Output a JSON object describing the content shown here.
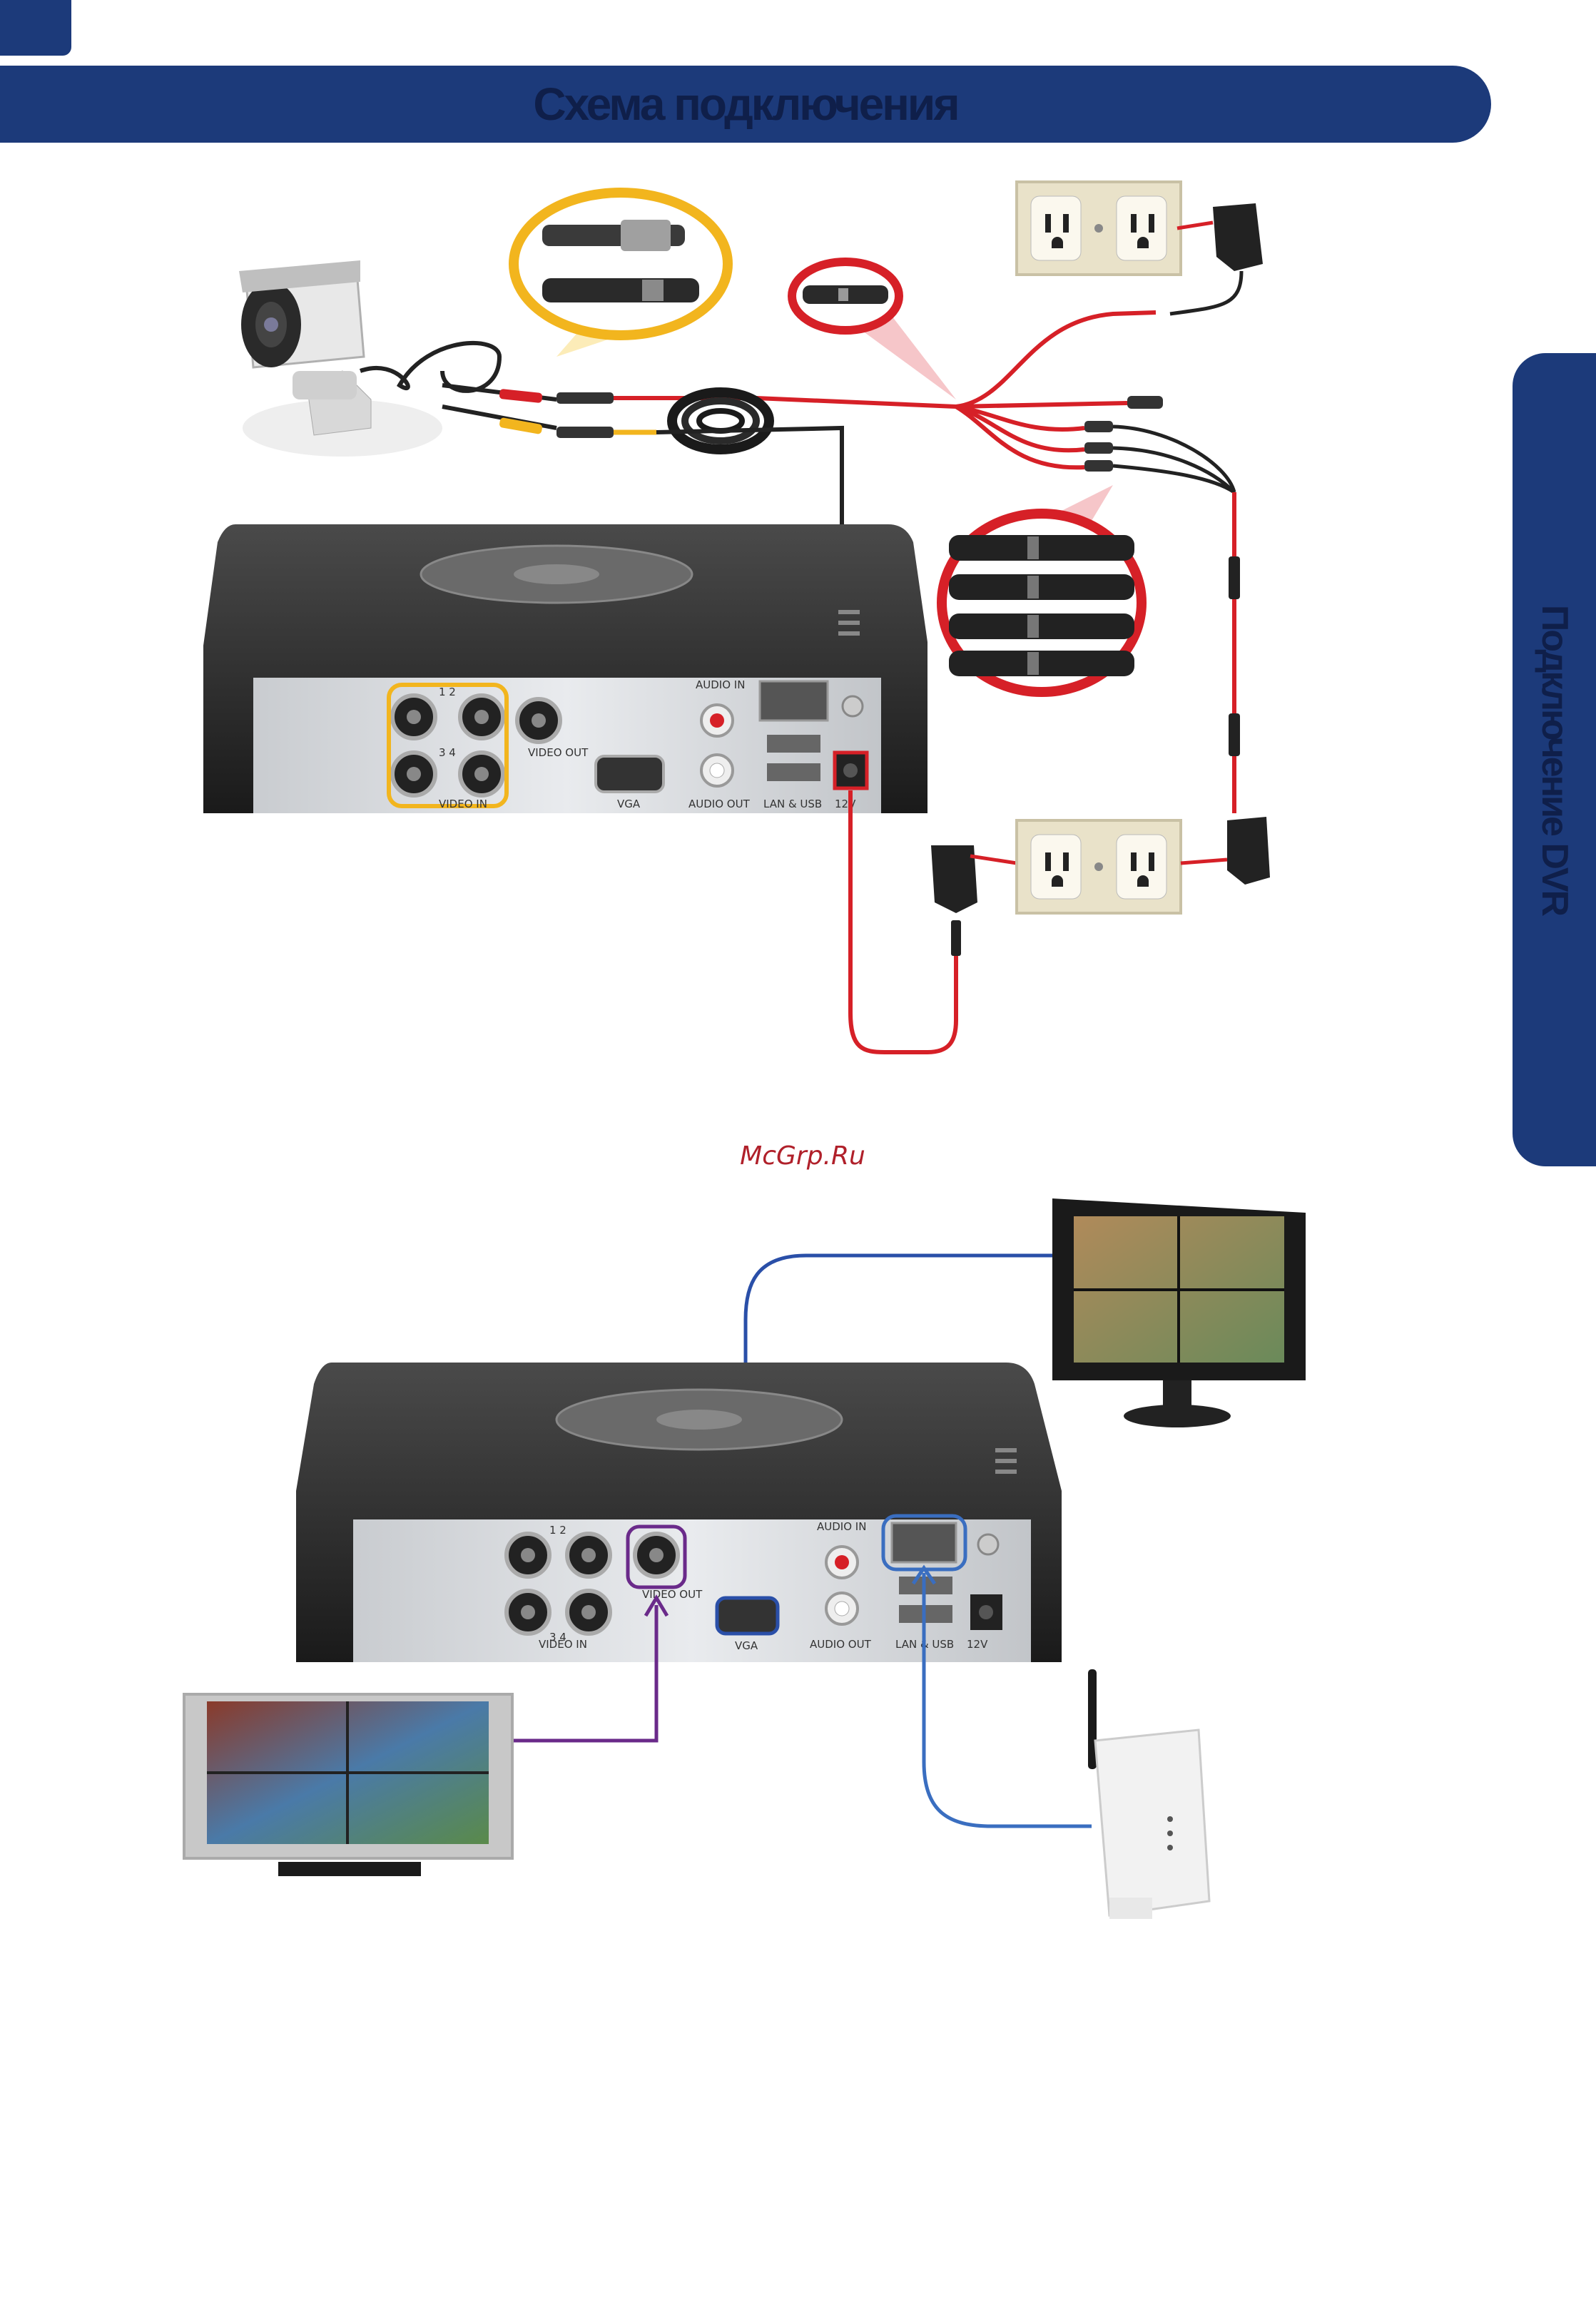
{
  "header": {
    "title": "Схема подключения"
  },
  "side_tab": {
    "label": "Подключение DVR"
  },
  "watermark": "McGrp.Ru",
  "dvr_labels": {
    "video_in": "VIDEO IN",
    "video_out": "VIDEO OUT",
    "vga": "VGA",
    "audio_in": "AUDIO IN",
    "audio_out": "AUDIO OUT",
    "lan_usb": "LAN & USB",
    "power": "12V",
    "ch12": "1 2",
    "ch34": "3 4"
  },
  "colors": {
    "brand": "#1c3a7a",
    "video_cable": "#f2b51e",
    "power_cable": "#d62027",
    "vga_cable": "#2a4fa8",
    "video_out_cable": "#6a2a8a",
    "lan_cable": "#3a6ec0"
  },
  "icons": [
    "camera-icon",
    "dvr-icon",
    "power-outlet-icon",
    "power-adapter-icon",
    "monitor-icon",
    "tv-icon",
    "router-icon"
  ]
}
